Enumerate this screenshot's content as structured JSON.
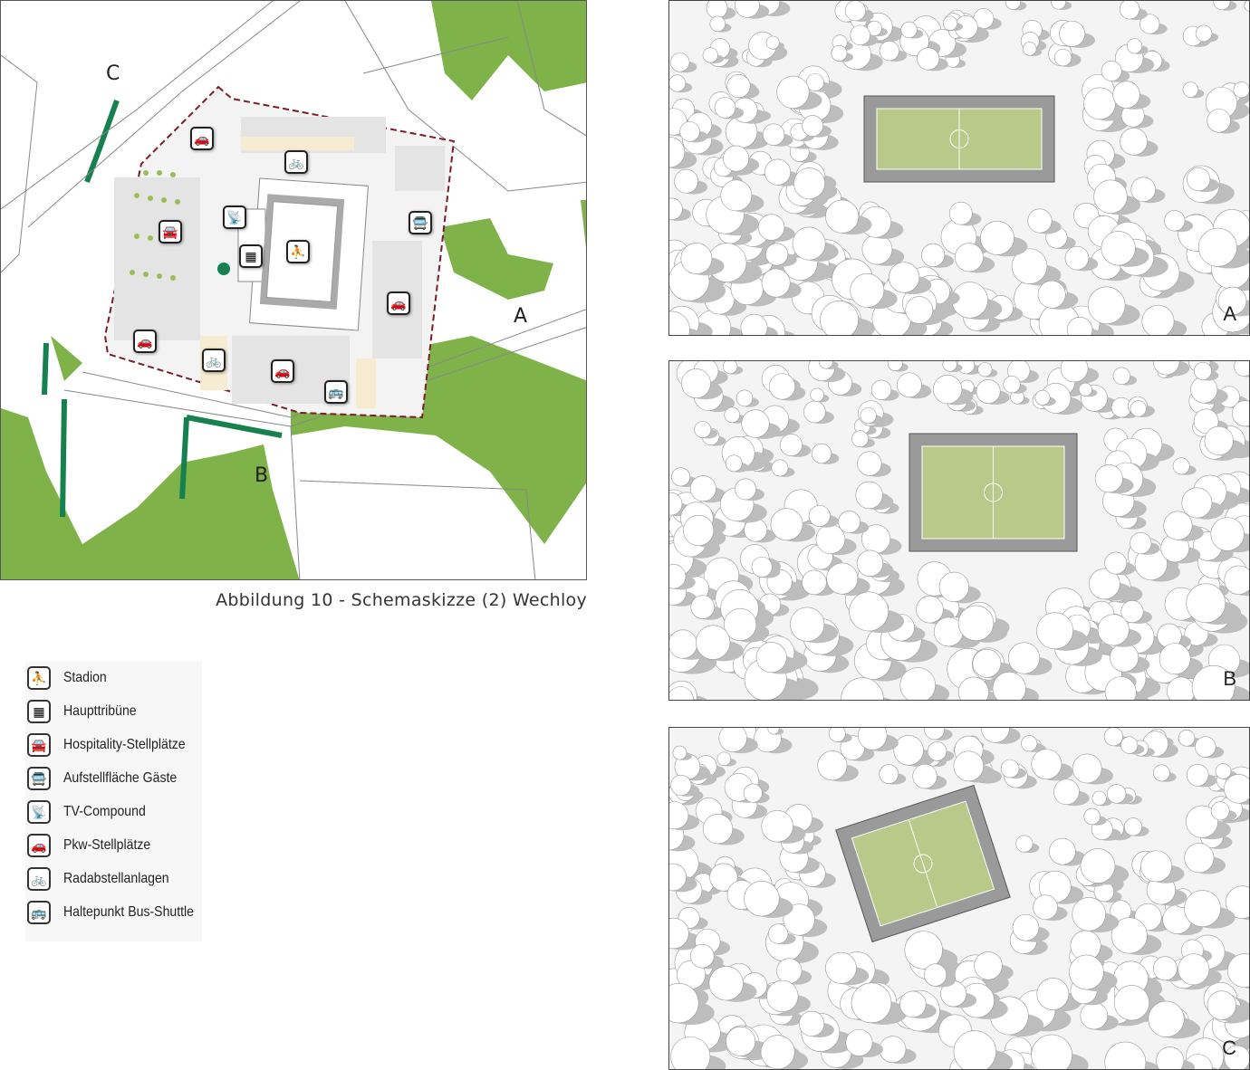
{
  "figure": {
    "caption": "Abbildung 10 - Schemaskizze (2) Wechloy",
    "view_markers": [
      "A",
      "B",
      "C"
    ]
  },
  "legend": [
    {
      "icon": "football-player-icon",
      "glyph": "⛹",
      "label": "Stadion"
    },
    {
      "icon": "grandstand-icon",
      "glyph": "▦",
      "label": "Haupttribüne"
    },
    {
      "icon": "hospitality-car-icon",
      "glyph": "🚘",
      "label": "Hospitality-Stellplätze"
    },
    {
      "icon": "guest-bus-icon",
      "glyph": "🚍",
      "label": "Aufstellfläche Gäste"
    },
    {
      "icon": "satellite-dish-icon",
      "glyph": "📡",
      "label": "TV-Compound"
    },
    {
      "icon": "car-icon",
      "glyph": "🚗",
      "label": "Pkw-Stellplätze"
    },
    {
      "icon": "bicycle-icon",
      "glyph": "🚲",
      "label": "Radabstellanlagen"
    },
    {
      "icon": "bus-icon",
      "glyph": "🚌",
      "label": "Haltepunkt Bus-Shuttle"
    }
  ],
  "renderings": [
    {
      "label": "A"
    },
    {
      "label": "B"
    },
    {
      "label": "C"
    }
  ],
  "colors": {
    "forest": "#7fb34a",
    "hedge": "#16804f",
    "boundary": "#7a1d2a",
    "pitch": "#b9c98a",
    "parking": "#e6e6e6",
    "bike_area": "#f5ecd2"
  }
}
